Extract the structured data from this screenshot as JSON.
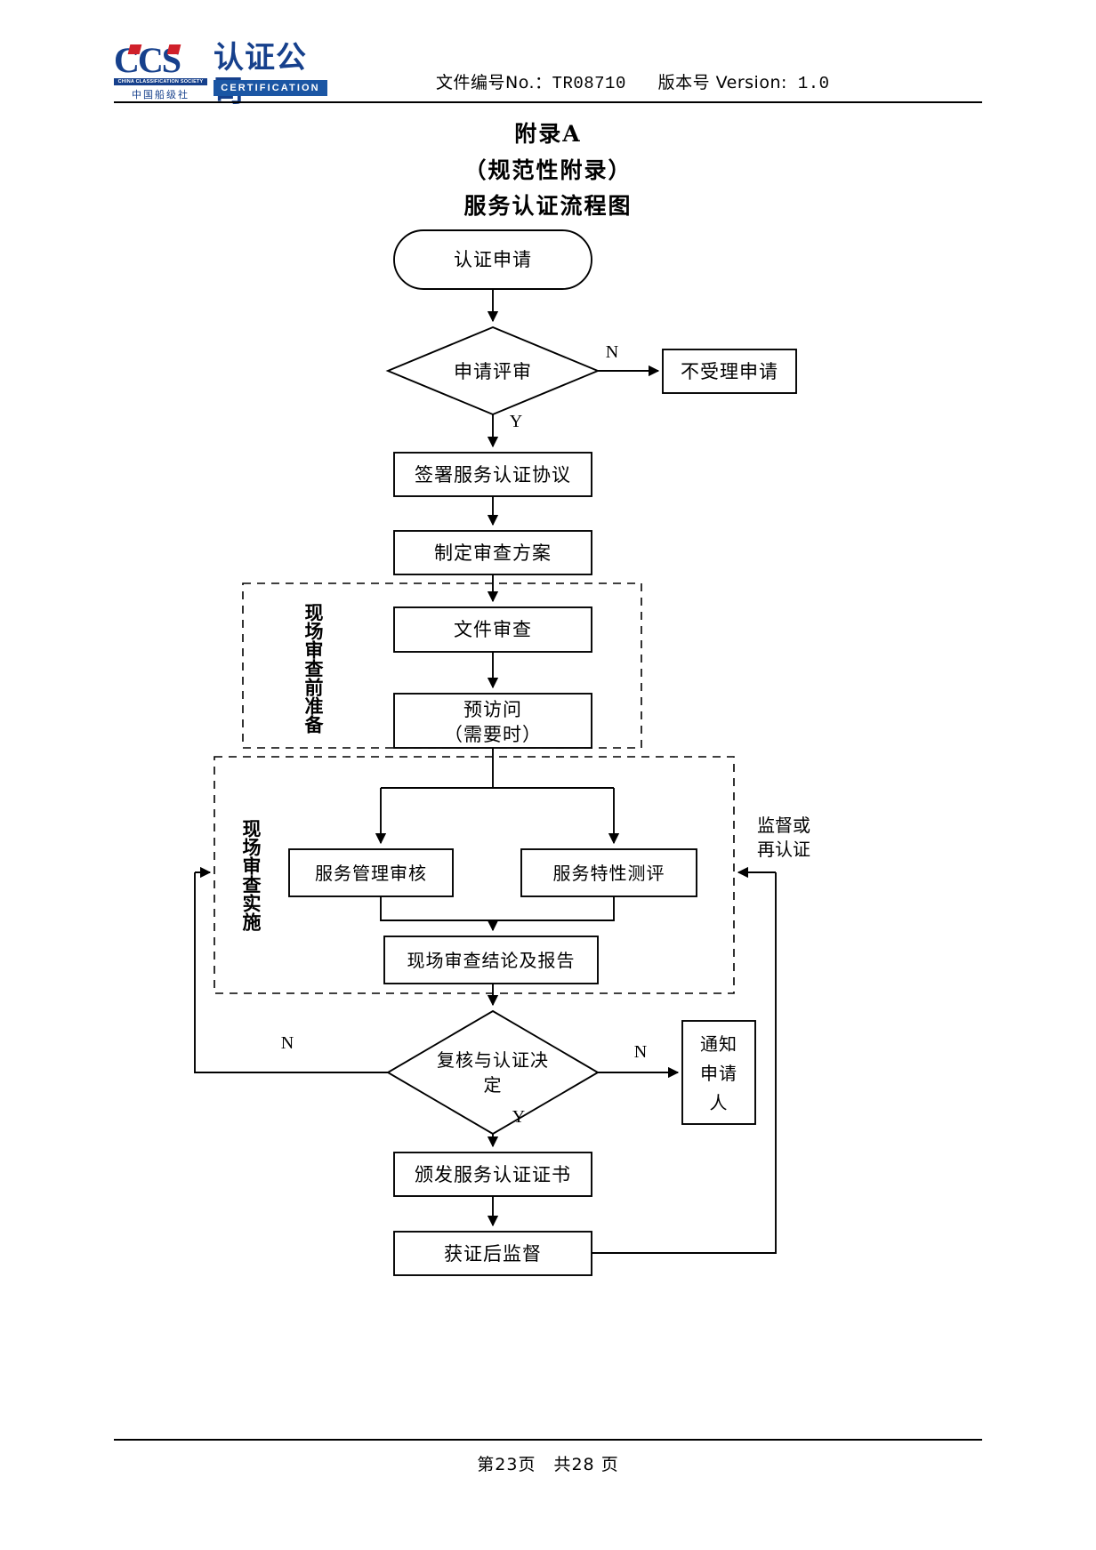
{
  "header": {
    "logo": {
      "mark": "CCS",
      "mark_sub_en": "CHINA CLASSIFICATION SOCIETY",
      "mark_sub_cn": "中国船级社",
      "wordmark_cn": "认证公司",
      "wordmark_en": "CERTIFICATION",
      "brand_color": "#16408c",
      "accent_color": "#d0202a"
    },
    "doc_no_label": "文件编号No.：",
    "doc_no_value": "TR08710",
    "version_label": "版本号 Version:",
    "version_value": "1.0"
  },
  "titles": {
    "line1": "附录A",
    "line2": "（规范性附录）",
    "line3": "服务认证流程图"
  },
  "flowchart": {
    "type": "flowchart",
    "nodes": [
      {
        "id": "start",
        "shape": "terminator",
        "label": "认证申请"
      },
      {
        "id": "review",
        "shape": "decision",
        "label": "申请评审"
      },
      {
        "id": "reject",
        "shape": "process",
        "label": "不受理申请"
      },
      {
        "id": "sign",
        "shape": "process",
        "label": "签署服务认证协议"
      },
      {
        "id": "plan",
        "shape": "process",
        "label": "制定审查方案"
      },
      {
        "id": "docreview",
        "shape": "process",
        "label": "文件审查"
      },
      {
        "id": "previsit",
        "shape": "process",
        "label": "预访问\n（需要时）"
      },
      {
        "id": "mgmtaudit",
        "shape": "process",
        "label": "服务管理审核"
      },
      {
        "id": "charaeval",
        "shape": "process",
        "label": "服务特性测评"
      },
      {
        "id": "sitereport",
        "shape": "process",
        "label": "现场审查结论及报告"
      },
      {
        "id": "decision",
        "shape": "decision",
        "label": "复核与认证决\n定"
      },
      {
        "id": "notify",
        "shape": "process",
        "label": "通知\n申请\n人"
      },
      {
        "id": "issuecert",
        "shape": "process",
        "label": "颁发服务认证证书"
      },
      {
        "id": "surveil",
        "shape": "process",
        "label": "获证后监督"
      }
    ],
    "edge_labels": {
      "review_no": "N",
      "review_yes": "Y",
      "decision_no_right": "N",
      "decision_no_left": "N",
      "decision_yes": "Y"
    },
    "groups": [
      {
        "id": "group-prep",
        "label": "现场审查前准备"
      },
      {
        "id": "group-exec",
        "label": "现场审查实施"
      }
    ],
    "side_note": "监督或\n再认证"
  },
  "footer": {
    "page_text": "第23页　共28 页"
  }
}
